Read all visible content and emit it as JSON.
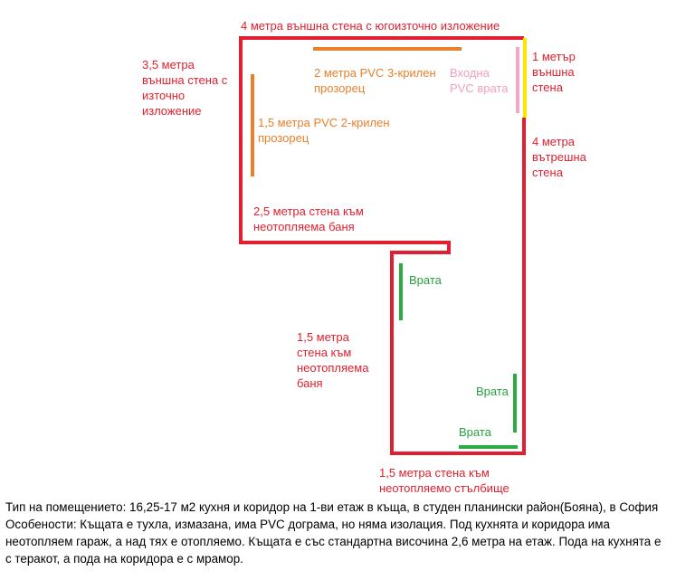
{
  "diagram": {
    "colors": {
      "outer_wall": "#e02030",
      "window": "#e8802c",
      "entrance_door": "#f4a6c8",
      "one_meter_wall": "#ffe600",
      "door": "#2eaa45"
    },
    "labels": {
      "top_wall": "4 метра външна стена с югоизточно изложение",
      "left_wall": "3,5 метра\nвъншна стена с\nизточно\nизложение",
      "window_3": "2 метра PVC 3-крилен\nпрозорец",
      "entrance": "Входна\nPVC врата",
      "one_meter": "1 метър\nвъншна\nстена",
      "inner_wall": "4 метра\nвътрешна\nстена",
      "window_2": "1,5 метра PVC 2-крилен\nпрозорец",
      "bath_wall_1": "2,5 метра стена към\nнеотопляема баня",
      "bath_wall_2": "1,5 метра\nстена към\nнеотопляема\nбаня",
      "door_1": "Врата",
      "door_2": "Врата",
      "door_3": "Врата",
      "stair_wall": "1,5 метра стена към\nнеотопляемо стълбище"
    }
  },
  "description": {
    "line1": "Тип на помещението: 16,25-17 м2 кухня и коридор на 1-ви етаж в къща, в студен планински район(Бояна), в София",
    "line2": "Особености: Къщата е тухла, измазана, има PVC дограма, но няма изолация. Под кухнята и коридора има",
    "line3": "неотопляем гараж, а над тях е отопляемо. Къщата е със стандартна височина 2,6 метра на етаж. Пода на кухнята е",
    "line4": "с теракот, а пода на коридора е с мрамор."
  }
}
